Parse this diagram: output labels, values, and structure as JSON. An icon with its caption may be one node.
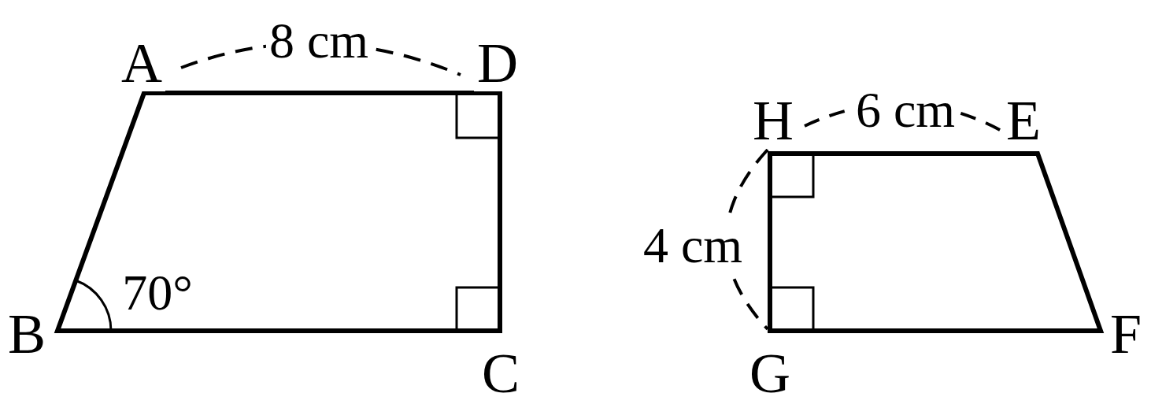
{
  "diagram": {
    "labels": [
      "A",
      "8 cm",
      "D",
      "70°",
      "B",
      "C",
      "H",
      "6 cm",
      "E",
      "4 cm",
      "G",
      "F"
    ]
  }
}
